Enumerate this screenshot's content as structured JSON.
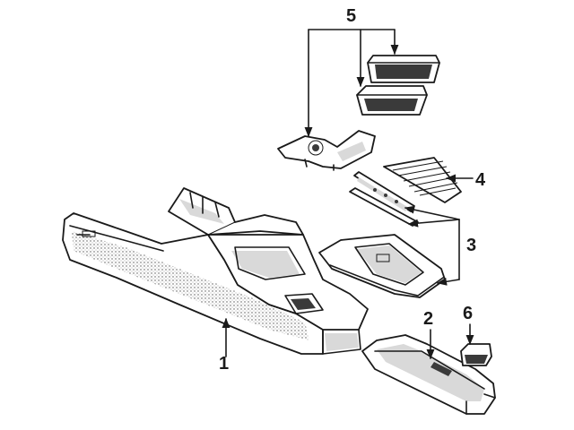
{
  "callouts": [
    {
      "id": "1",
      "label": "1"
    },
    {
      "id": "2",
      "label": "2"
    },
    {
      "id": "3",
      "label": "3"
    },
    {
      "id": "4",
      "label": "4"
    },
    {
      "id": "5",
      "label": "5"
    },
    {
      "id": "6",
      "label": "6"
    }
  ],
  "colors": {
    "ink": "#1a1a1a",
    "background": "#ffffff",
    "shade": "#d9d9d9"
  }
}
